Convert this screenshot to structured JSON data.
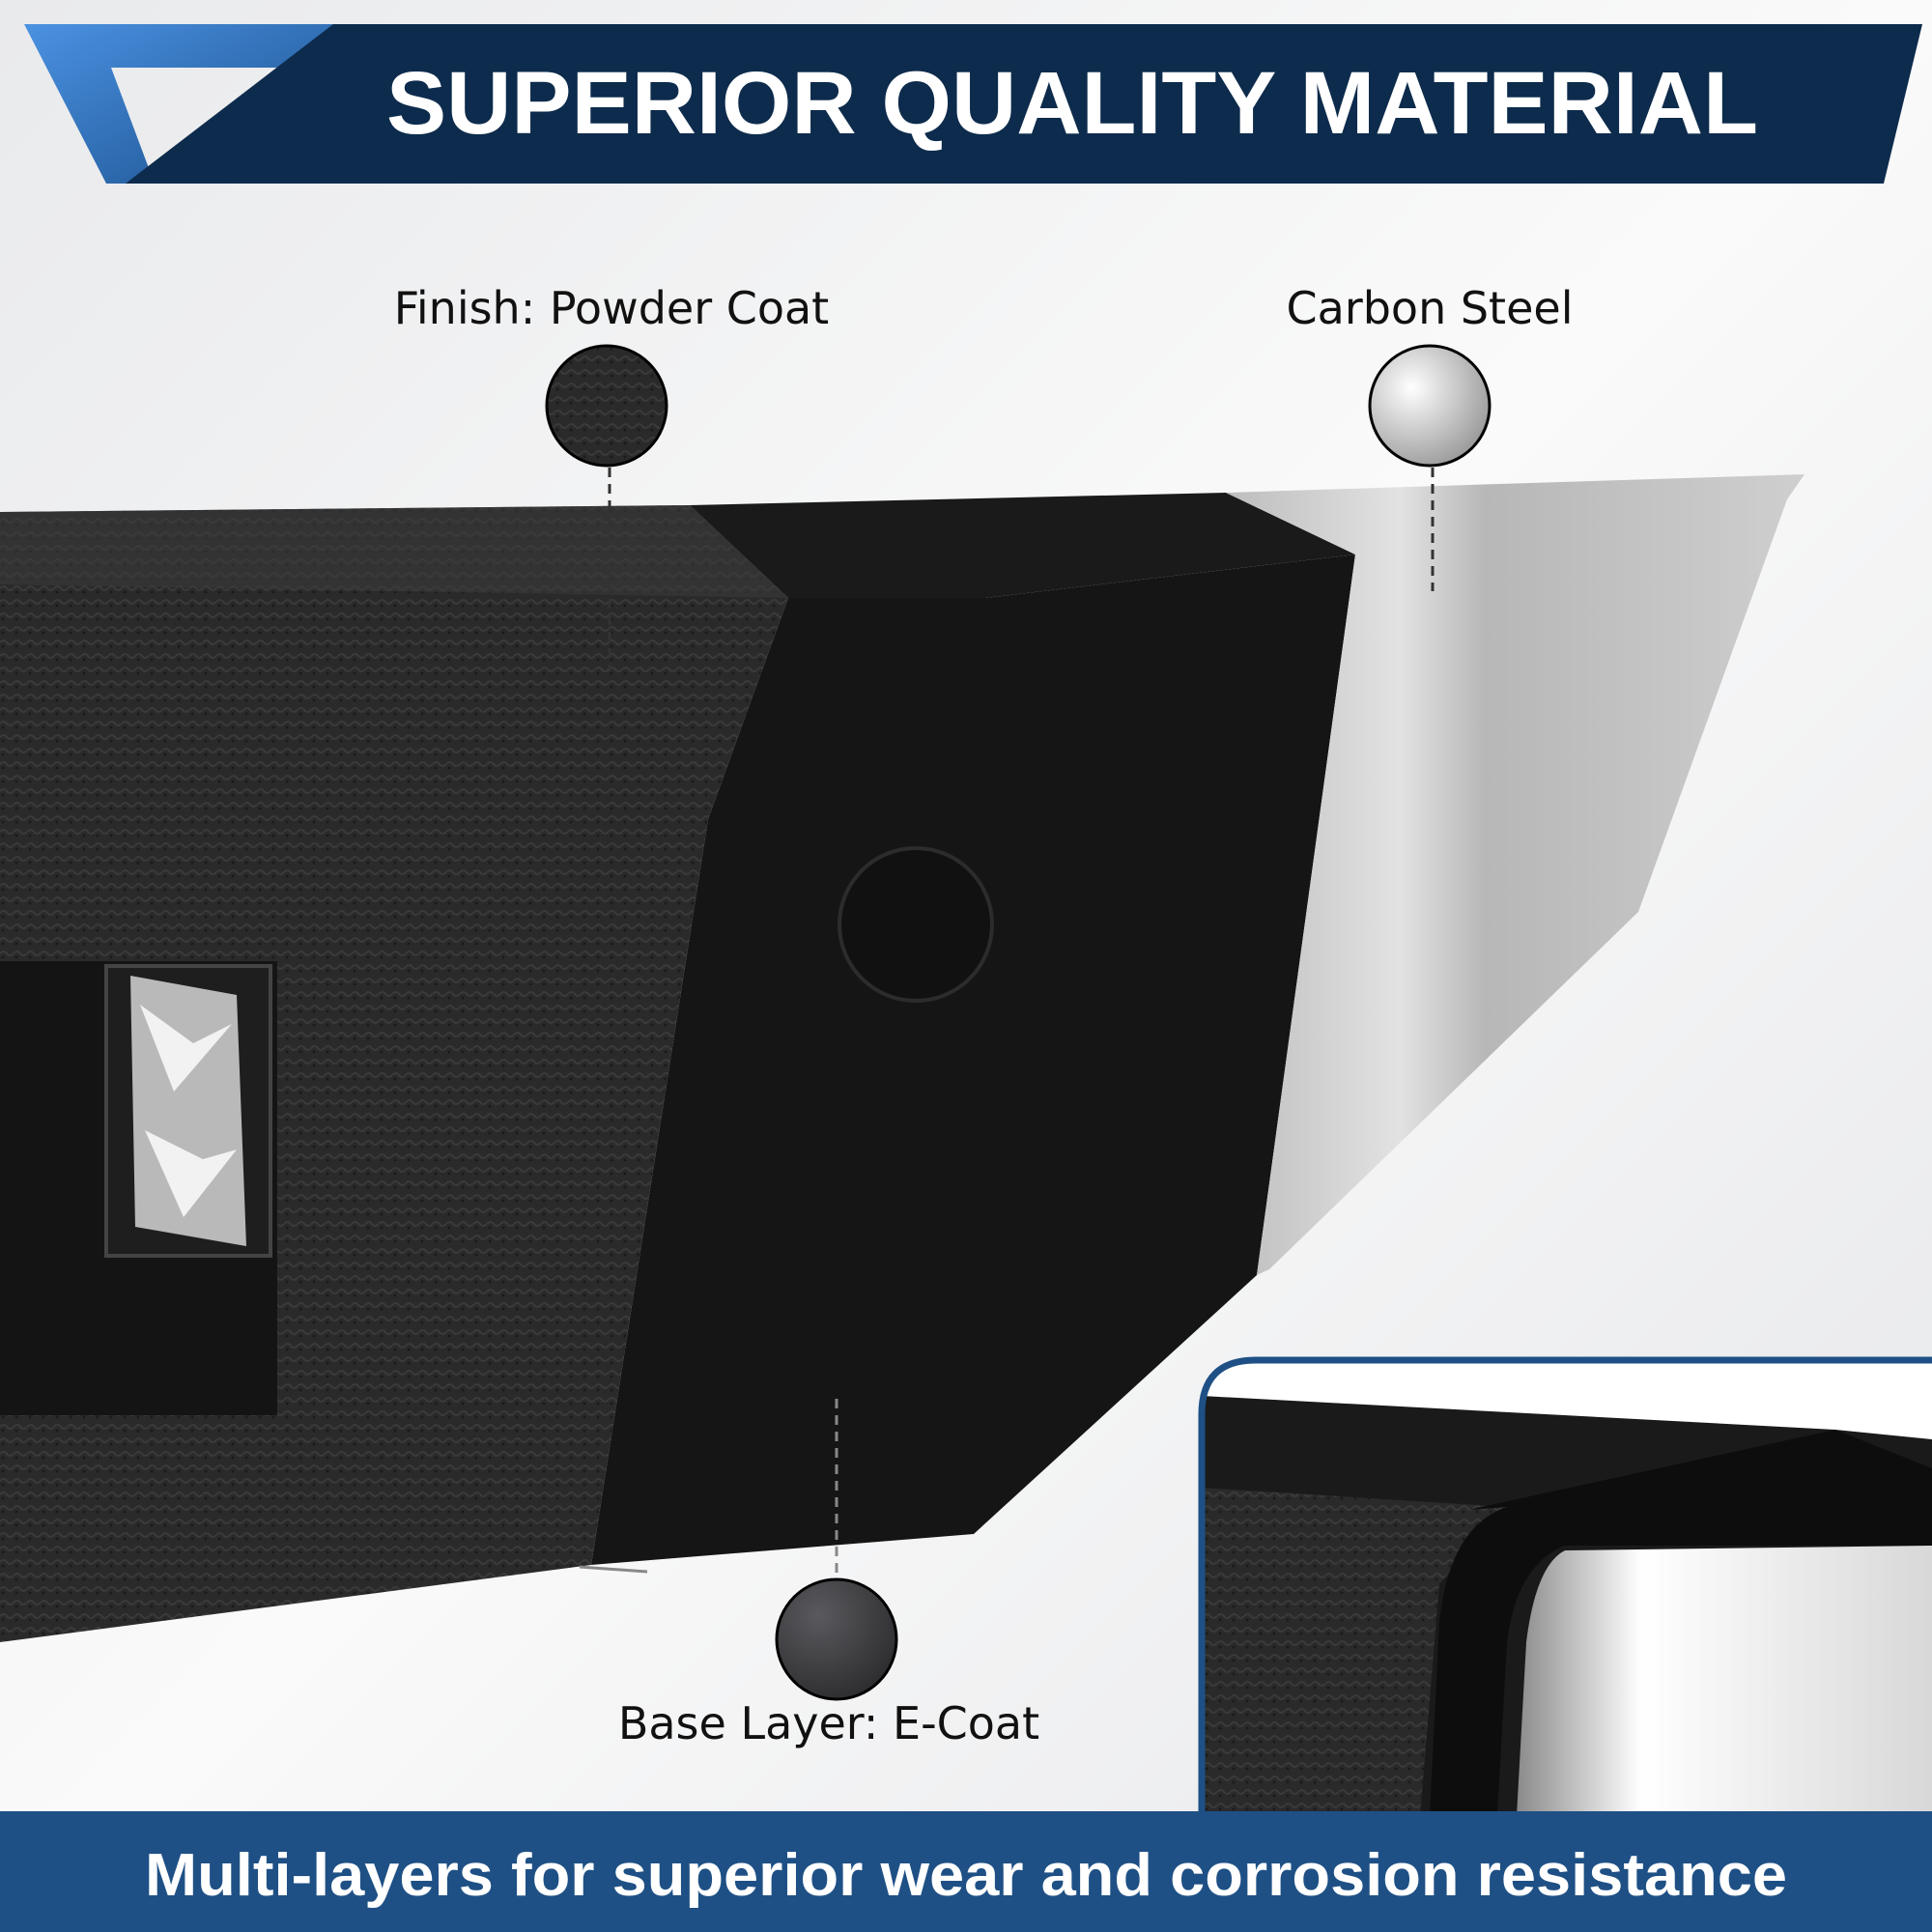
{
  "header": {
    "title": "SUPERIOR QUALITY MATERIAL"
  },
  "callouts": {
    "powder_coat": "Finish: Powder Coat",
    "carbon_steel": "Carbon Steel",
    "e_coat": "Base Layer: E-Coat"
  },
  "footer": {
    "tagline": "Multi-layers for superior wear and corrosion resistance"
  },
  "colors": {
    "navy": "#0d2b4c",
    "accent_blue": "#3f86d6",
    "footer_blue": "#1e5085",
    "powder_black": "#242424",
    "steel_silver": "#c9c9c9"
  }
}
